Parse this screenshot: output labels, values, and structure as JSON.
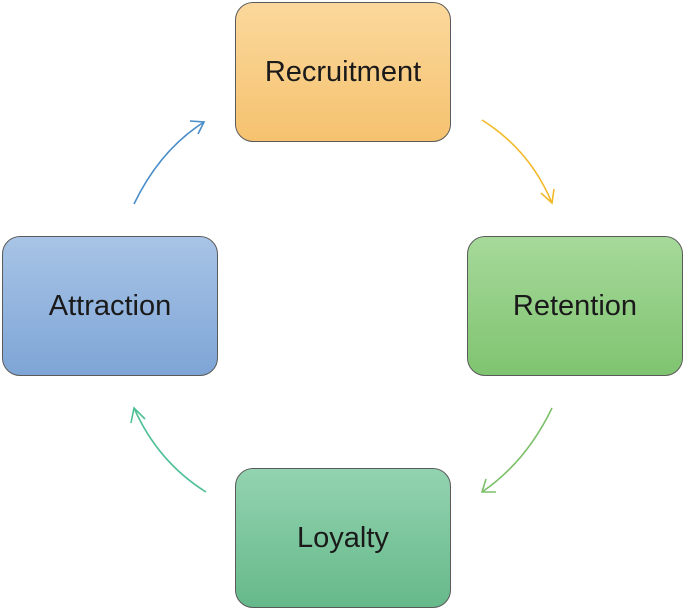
{
  "diagram": {
    "nodes": [
      {
        "id": "recruitment",
        "label": "Recruitment",
        "fill_top": "#fbd89c",
        "fill_bottom": "#f5c26f"
      },
      {
        "id": "retention",
        "label": "Retention",
        "fill_top": "#a6d99a",
        "fill_bottom": "#7fc470"
      },
      {
        "id": "loyalty",
        "label": "Loyalty",
        "fill_top": "#93d3b0",
        "fill_bottom": "#66b98a"
      },
      {
        "id": "attraction",
        "label": "Attraction",
        "fill_top": "#a8c4e6",
        "fill_bottom": "#7ea5d6"
      }
    ],
    "edges": [
      {
        "from": "attraction",
        "to": "recruitment",
        "color": "#4a8ec9"
      },
      {
        "from": "recruitment",
        "to": "retention",
        "color": "#f3b92a"
      },
      {
        "from": "retention",
        "to": "loyalty",
        "color": "#7cc06a"
      },
      {
        "from": "loyalty",
        "to": "attraction",
        "color": "#4fbf95"
      }
    ]
  }
}
